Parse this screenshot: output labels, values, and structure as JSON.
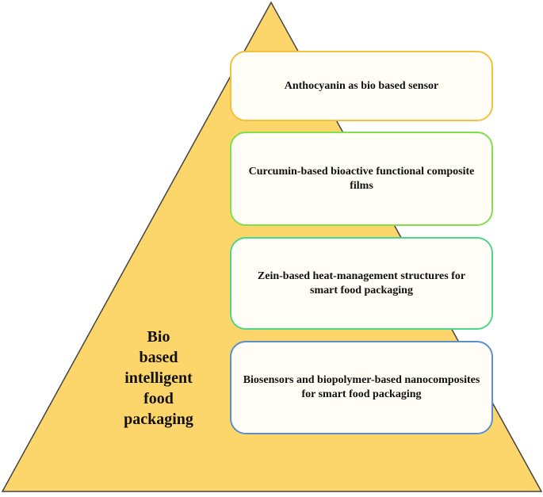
{
  "colors": {
    "pyramid_fill": "#fcd56b",
    "pyramid_stroke": "#444444",
    "box_fill": "#fffdf5"
  },
  "main_title": {
    "lines": [
      "Bio",
      "based",
      "intelligent",
      "food",
      "packaging"
    ]
  },
  "layers": [
    {
      "text": "Anthocyanin as bio based sensor",
      "border_color": "#f3c23a"
    },
    {
      "text": "Curcumin-based bioactive functional composite films",
      "border_color": "#7ee04a"
    },
    {
      "text": "Zein-based heat-management structures for smart food packaging",
      "border_color": "#4cd88a"
    },
    {
      "text": "Biosensors and biopolymer-based nanocomposites for smart food packaging",
      "border_color": "#5a8fd0"
    }
  ]
}
